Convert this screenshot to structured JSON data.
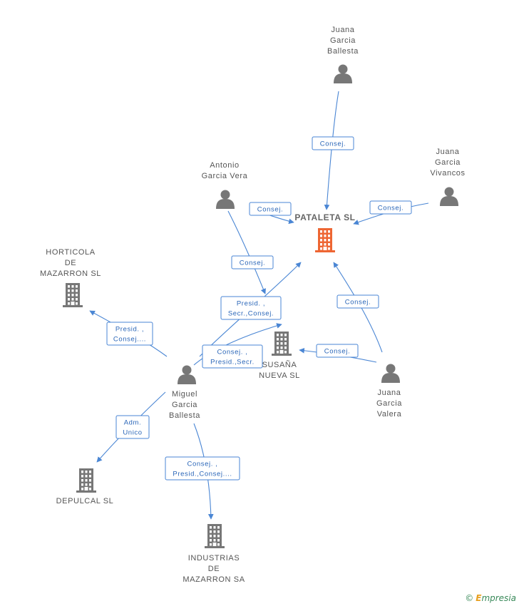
{
  "colors": {
    "main_company": "#ee6633",
    "company": "#777777",
    "person": "#777777",
    "edge": "#4a86d4"
  },
  "brand": {
    "copyright": "©",
    "initial": "E",
    "rest": "mpresia"
  },
  "nodes": [
    {
      "id": "pataleta",
      "type": "company",
      "main": true,
      "lines": [
        "PATALETA SL"
      ],
      "label_pos": "above"
    },
    {
      "id": "juana_ballesta",
      "type": "person",
      "lines": [
        "Juana",
        "Garcia",
        "Ballesta"
      ],
      "label_pos": "above"
    },
    {
      "id": "juana_vivancos",
      "type": "person",
      "lines": [
        "Juana",
        "Garcia",
        "Vivancos"
      ],
      "label_pos": "above"
    },
    {
      "id": "antonio",
      "type": "person",
      "lines": [
        "Antonio",
        "Garcia Vera"
      ],
      "label_pos": "above"
    },
    {
      "id": "horticola",
      "type": "company",
      "lines": [
        "HORTICOLA",
        "DE",
        "MAZARRON SL"
      ],
      "label_pos": "above"
    },
    {
      "id": "susana",
      "type": "company",
      "lines": [
        "SUSAÑA",
        "NUEVA SL"
      ],
      "label_pos": "below"
    },
    {
      "id": "juana_valera",
      "type": "person",
      "lines": [
        "Juana",
        "Garcia",
        "Valera"
      ],
      "label_pos": "below"
    },
    {
      "id": "miguel",
      "type": "person",
      "lines": [
        "Miguel",
        "Garcia",
        "Ballesta"
      ],
      "label_pos": "below"
    },
    {
      "id": "depulcal",
      "type": "company",
      "lines": [
        "DEPULCAL SL"
      ],
      "label_pos": "below"
    },
    {
      "id": "industrias",
      "type": "company",
      "lines": [
        "INDUSTRIAS",
        "DE",
        "MAZARRON SA"
      ],
      "label_pos": "below"
    }
  ],
  "relations": [
    {
      "id": "r1",
      "from": "juana_ballesta",
      "to": "pataleta",
      "lines": [
        "Consej."
      ]
    },
    {
      "id": "r2",
      "from": "juana_vivancos",
      "to": "pataleta",
      "lines": [
        "Consej."
      ]
    },
    {
      "id": "r3",
      "from": "antonio",
      "to": "pataleta",
      "lines": [
        "Consej."
      ]
    },
    {
      "id": "r4",
      "from": "antonio",
      "to": "susana",
      "lines": [
        "Consej."
      ]
    },
    {
      "id": "r5",
      "from": "miguel",
      "to": "pataleta",
      "lines": [
        "Presid. ,",
        "Secr.,Consej."
      ]
    },
    {
      "id": "r6",
      "from": "miguel",
      "to": "horticola",
      "lines": [
        "Presid. ,",
        "Consej...."
      ]
    },
    {
      "id": "r7",
      "from": "miguel",
      "to": "susana",
      "lines": [
        "Consej. ,",
        "Presid.,Secr."
      ]
    },
    {
      "id": "r8",
      "from": "juana_valera",
      "to": "pataleta",
      "lines": [
        "Consej."
      ]
    },
    {
      "id": "r9",
      "from": "juana_valera",
      "to": "susana",
      "lines": [
        "Consej."
      ]
    },
    {
      "id": "r10",
      "from": "miguel",
      "to": "depulcal",
      "lines": [
        "Adm.",
        "Unico"
      ]
    },
    {
      "id": "r11",
      "from": "miguel",
      "to": "industrias",
      "lines": [
        "Consej. ,",
        "Presid.,Consej...."
      ]
    }
  ]
}
